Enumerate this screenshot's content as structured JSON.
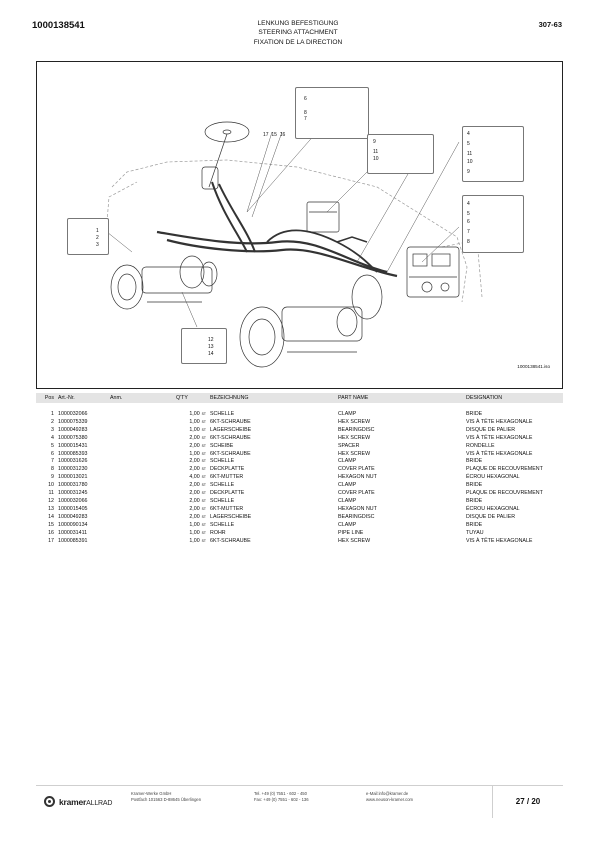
{
  "header": {
    "doc_number": "1000138541",
    "title_de": "LENKUNG BEFESTIGUNG",
    "title_en": "STEERING ATTACHMENT",
    "title_fr": "FIXATION DE LA DIRECTION",
    "page_code": "307-63"
  },
  "figure": {
    "caption": "1000138541.iso",
    "callouts": {
      "top_single": [
        "6",
        "8",
        "7"
      ],
      "left": [
        "1",
        "2",
        "3"
      ],
      "top_center": [
        "17",
        "15",
        "16"
      ],
      "mid": [
        "9",
        "11",
        "10"
      ],
      "right_top": [
        "4",
        "5",
        "11",
        "10",
        "9"
      ],
      "right_bottom": [
        "4",
        "5",
        "6",
        "7",
        "8"
      ],
      "bottom": [
        "12",
        "13",
        "14"
      ]
    }
  },
  "table": {
    "headers": [
      "Pos",
      "Art.-Nr.",
      "Anm.",
      "Q'TY",
      "BEZEICHNUNG",
      "PART NAME",
      "DESIGNATION"
    ],
    "unit": "ST",
    "rows": [
      {
        "pos": "1",
        "art": "1000032066",
        "anm": "",
        "qty": "1,00",
        "de": "SCHELLE",
        "en": "CLAMP",
        "fr": "BRIDE"
      },
      {
        "pos": "2",
        "art": "1000075339",
        "anm": "",
        "qty": "1,00",
        "de": "6KT-SCHRAUBE",
        "en": "HEX SCREW",
        "fr": "VIS À TÊTE HEXAGONALE"
      },
      {
        "pos": "3",
        "art": "1000049283",
        "anm": "",
        "qty": "1,00",
        "de": "LAGERSCHEIBE",
        "en": "BEARINGDISC",
        "fr": "DISQUE DE PALIER"
      },
      {
        "pos": "4",
        "art": "1000075380",
        "anm": "",
        "qty": "2,00",
        "de": "6KT-SCHRAUBE",
        "en": "HEX SCREW",
        "fr": "VIS À TÊTE HEXAGONALE"
      },
      {
        "pos": "5",
        "art": "1000015431",
        "anm": "",
        "qty": "2,00",
        "de": "SCHEIBE",
        "en": "SPACER",
        "fr": "RONDELLE"
      },
      {
        "pos": "6",
        "art": "1000085393",
        "anm": "",
        "qty": "1,00",
        "de": "6KT-SCHRAUBE",
        "en": "HEX SCREW",
        "fr": "VIS À TÊTE HEXAGONALE"
      },
      {
        "pos": "7",
        "art": "1000031626",
        "anm": "",
        "qty": "2,00",
        "de": "SCHELLE",
        "en": "CLAMP",
        "fr": "BRIDE"
      },
      {
        "pos": "8",
        "art": "1000031230",
        "anm": "",
        "qty": "2,00",
        "de": "DECKPLATTE",
        "en": "COVER PLATE",
        "fr": "PLAQUE DE RECOUVREMENT"
      },
      {
        "pos": "9",
        "art": "1000013021",
        "anm": "",
        "qty": "4,00",
        "de": "6KT-MUTTER",
        "en": "HEXAGON NUT",
        "fr": "ÉCROU HEXAGONAL"
      },
      {
        "pos": "10",
        "art": "1000031780",
        "anm": "",
        "qty": "2,00",
        "de": "SCHELLE",
        "en": "CLAMP",
        "fr": "BRIDE"
      },
      {
        "pos": "11",
        "art": "1000031245",
        "anm": "",
        "qty": "2,00",
        "de": "DECKPLATTE",
        "en": "COVER PLATE",
        "fr": "PLAQUE DE RECOUVREMENT"
      },
      {
        "pos": "12",
        "art": "1000032066",
        "anm": "",
        "qty": "2,00",
        "de": "SCHELLE",
        "en": "CLAMP",
        "fr": "BRIDE"
      },
      {
        "pos": "13",
        "art": "1000015405",
        "anm": "",
        "qty": "2,00",
        "de": "6KT-MUTTER",
        "en": "HEXAGON NUT",
        "fr": "ÉCROU HEXAGONAL"
      },
      {
        "pos": "14",
        "art": "1000049283",
        "anm": "",
        "qty": "2,00",
        "de": "LAGERSCHEIBE",
        "en": "BEARINGDISC",
        "fr": "DISQUE DE PALIER"
      },
      {
        "pos": "15",
        "art": "1000090134",
        "anm": "",
        "qty": "1,00",
        "de": "SCHELLE",
        "en": "CLAMP",
        "fr": "BRIDE"
      },
      {
        "pos": "16",
        "art": "1000031411",
        "anm": "",
        "qty": "1,00",
        "de": "ROHR",
        "en": "PIPE LINE",
        "fr": "TUYAU"
      },
      {
        "pos": "17",
        "art": "1000085391",
        "anm": "",
        "qty": "1,00",
        "de": "6KT-SCHRAUBE",
        "en": "HEX SCREW",
        "fr": "VIS À TÊTE HEXAGONALE"
      }
    ]
  },
  "footer": {
    "brand_bold": "kramer",
    "brand_thin": "ALLRAD",
    "company_line1": "Kramer-Werke GmbH",
    "company_line2": "Postfach 101563 D-88645 Überlingen",
    "tel": "Tel. +49 (0) 7551 - 602 - 450",
    "fax": "Fax: +49 (0) 7551 - 602 - 136",
    "email": "e-Mail:info@kramer.de",
    "web": "www.neuson-kramer.com",
    "page_indicator": "27 / 20"
  }
}
